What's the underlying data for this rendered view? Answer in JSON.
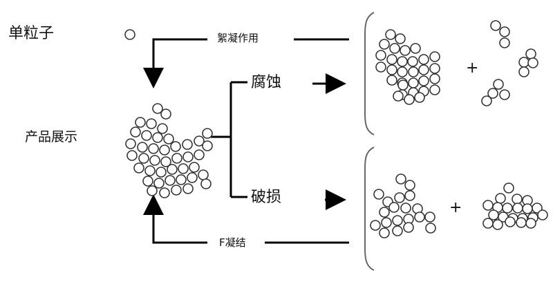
{
  "labels": {
    "single_particle": "单粒子",
    "flocculation": "絮凝作用",
    "product_display": "产品展示",
    "erosion": "腐蚀",
    "breakage": "破损",
    "f_coagulation": "F凝结",
    "plus": "+"
  },
  "colors": {
    "particle_stroke": "#333333",
    "line": "#000000",
    "text": "#111111",
    "bracket": "#666666"
  },
  "structure": {
    "left_label": "单粒子 → 絮凝作用 → 产品展示",
    "outcomes": [
      "腐蚀",
      "破损"
    ],
    "return_path": "F凝结"
  }
}
